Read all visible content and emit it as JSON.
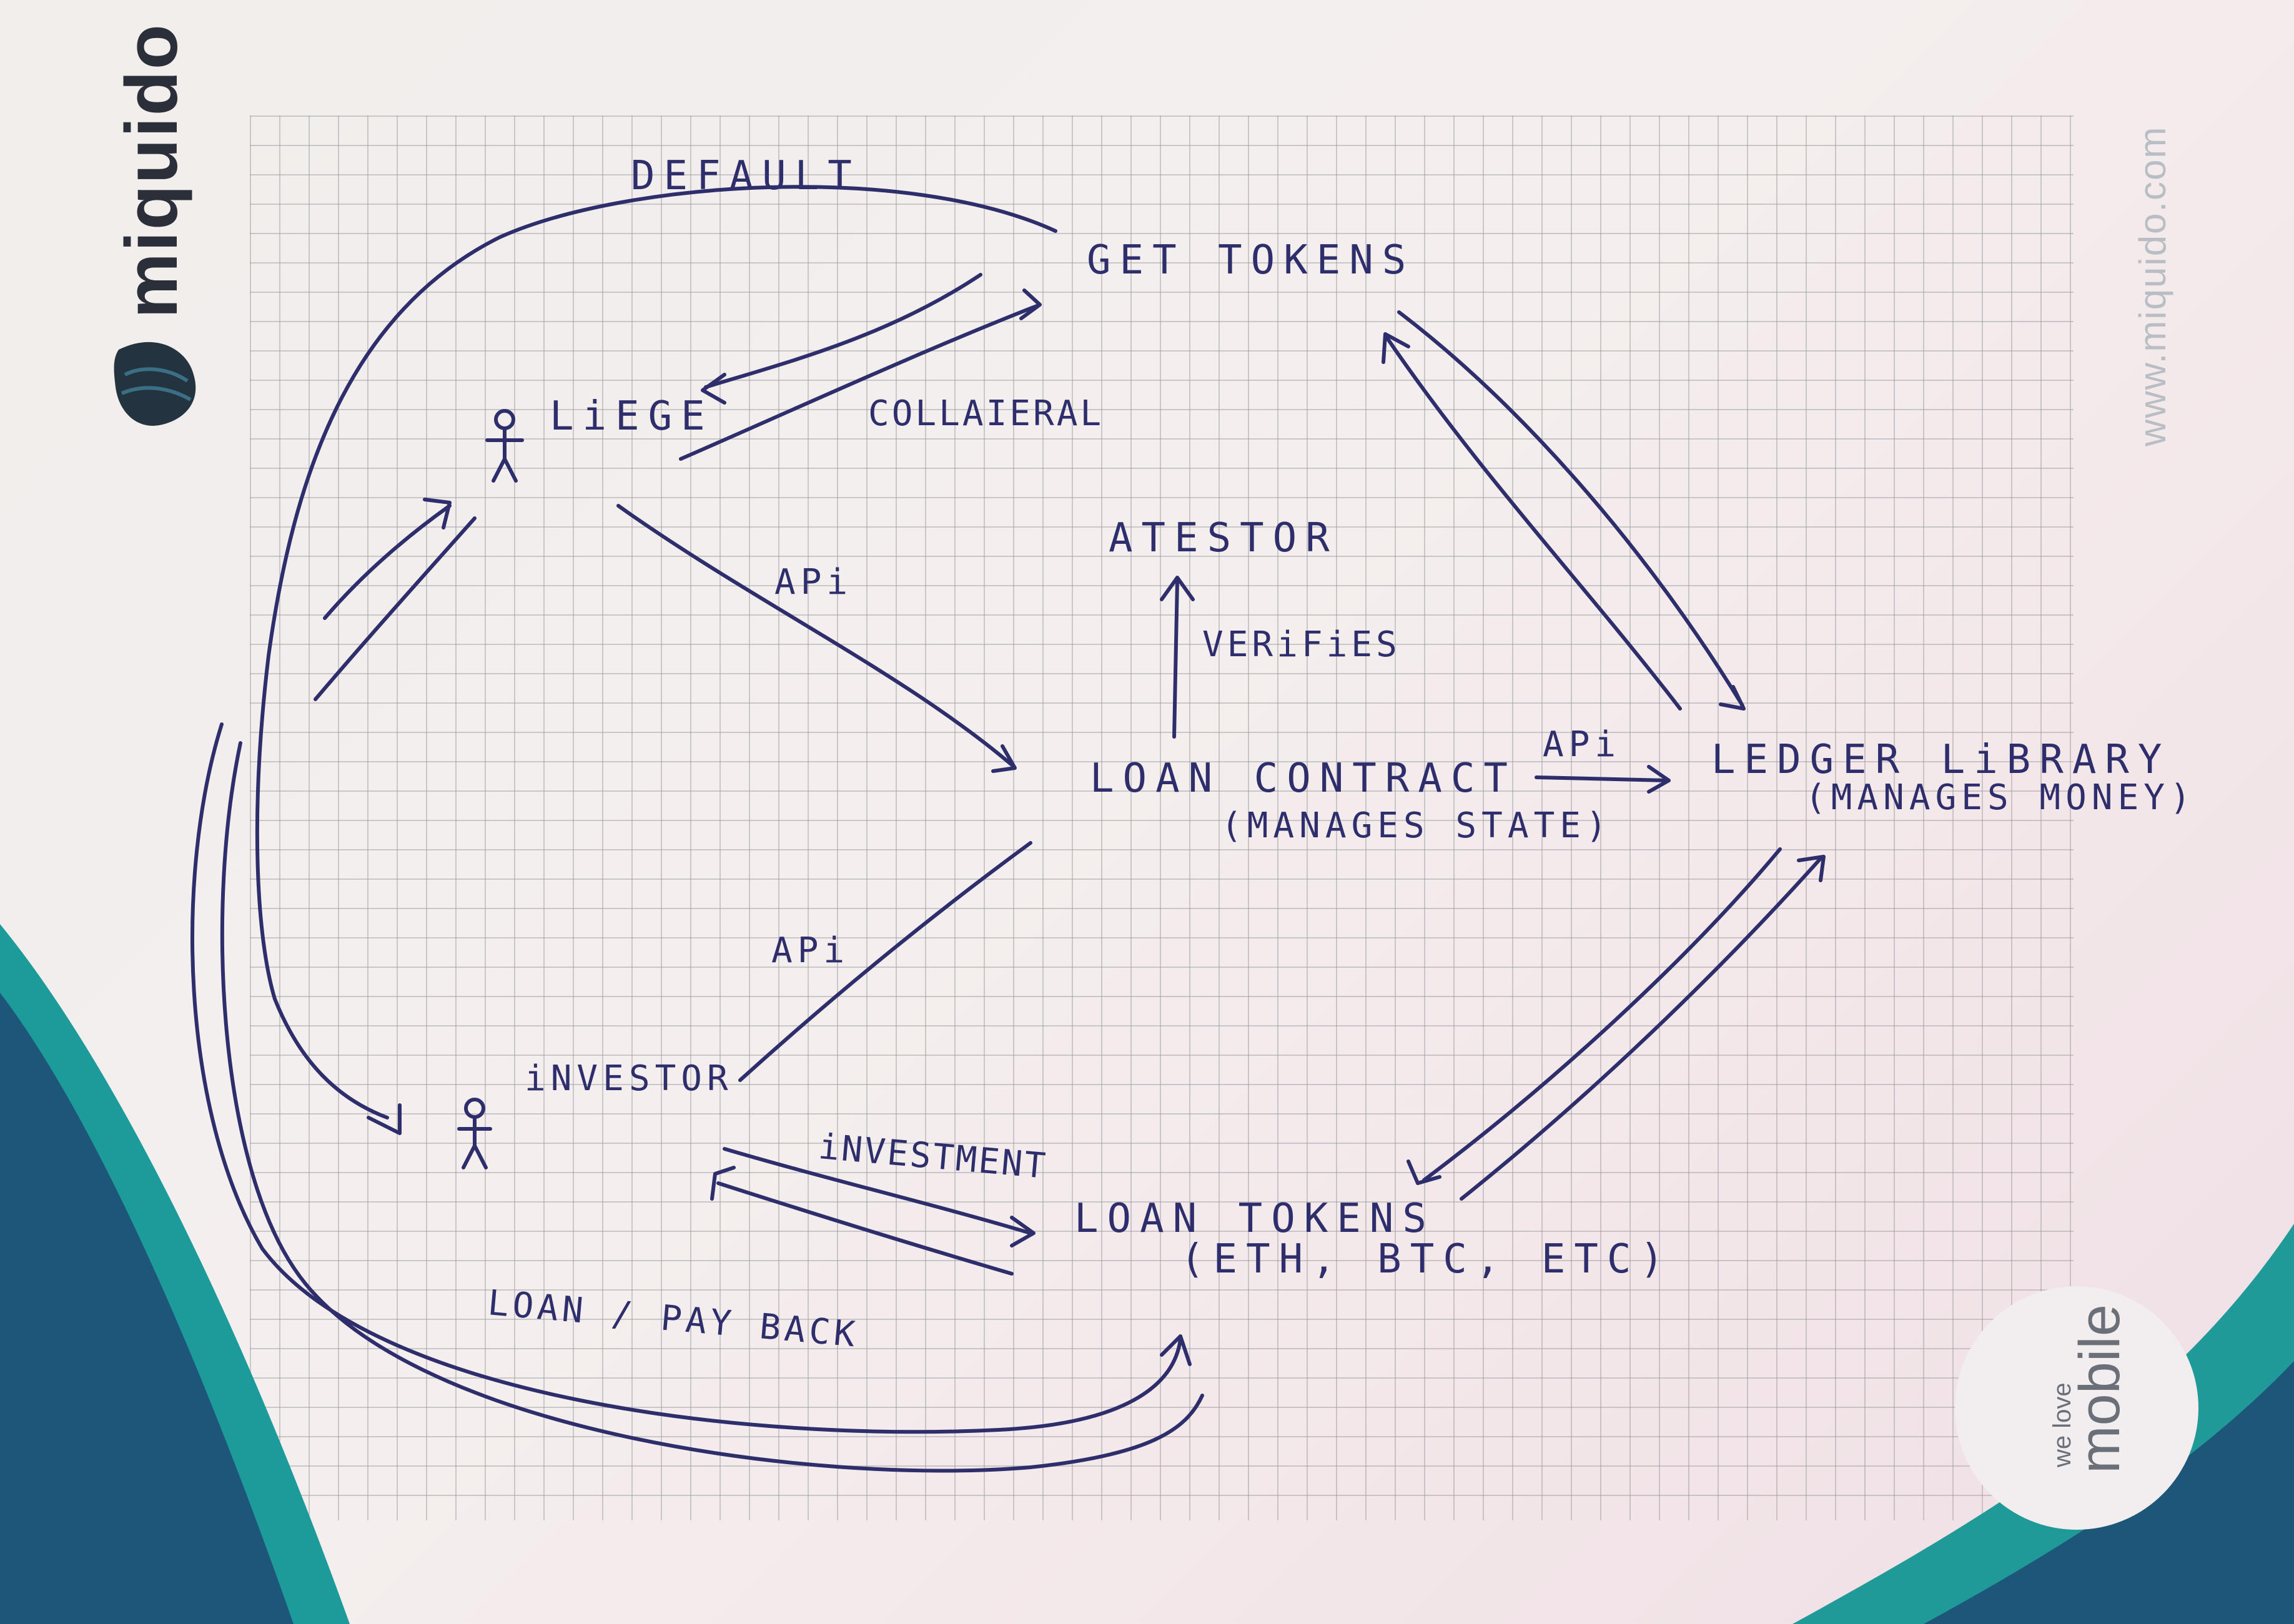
{
  "brand": {
    "name": "miquido",
    "url": "www.miquido.com",
    "slogan_small": "we love",
    "slogan_big": "mobile"
  },
  "diagram": {
    "nodes": {
      "get_tokens": "GET TOKENS",
      "liege": "LiEGE",
      "atestor": "ATESTOR",
      "loan_contract": "LOAN CONTRACT",
      "loan_contract_note": "(MANAGES STATE)",
      "ledger_library": "LEDGER LiBRARY",
      "ledger_library_note": "(MANAGES MONEY)",
      "investor": "iNVESTOR",
      "loan_tokens": "LOAN TOKENS",
      "loan_tokens_note": "(ETH, BTC, ETC)"
    },
    "edge_labels": {
      "default": "DEFAULT",
      "collateral": "COLLAIERAL",
      "api_liege": "APi",
      "verifies": "VERiFiES",
      "api_ledger": "APi",
      "api_investor": "APi",
      "investment": "iNVESTMENT",
      "loan_payback": "LOAN / PAY BACK"
    },
    "ink_color": "#2d2e6b"
  },
  "colors": {
    "paper": "#f2eeec",
    "grid": "#9b9ba0",
    "teal": "#1f9a98",
    "navy": "#1d4f78",
    "logo_dark": "#2b2f3a"
  }
}
